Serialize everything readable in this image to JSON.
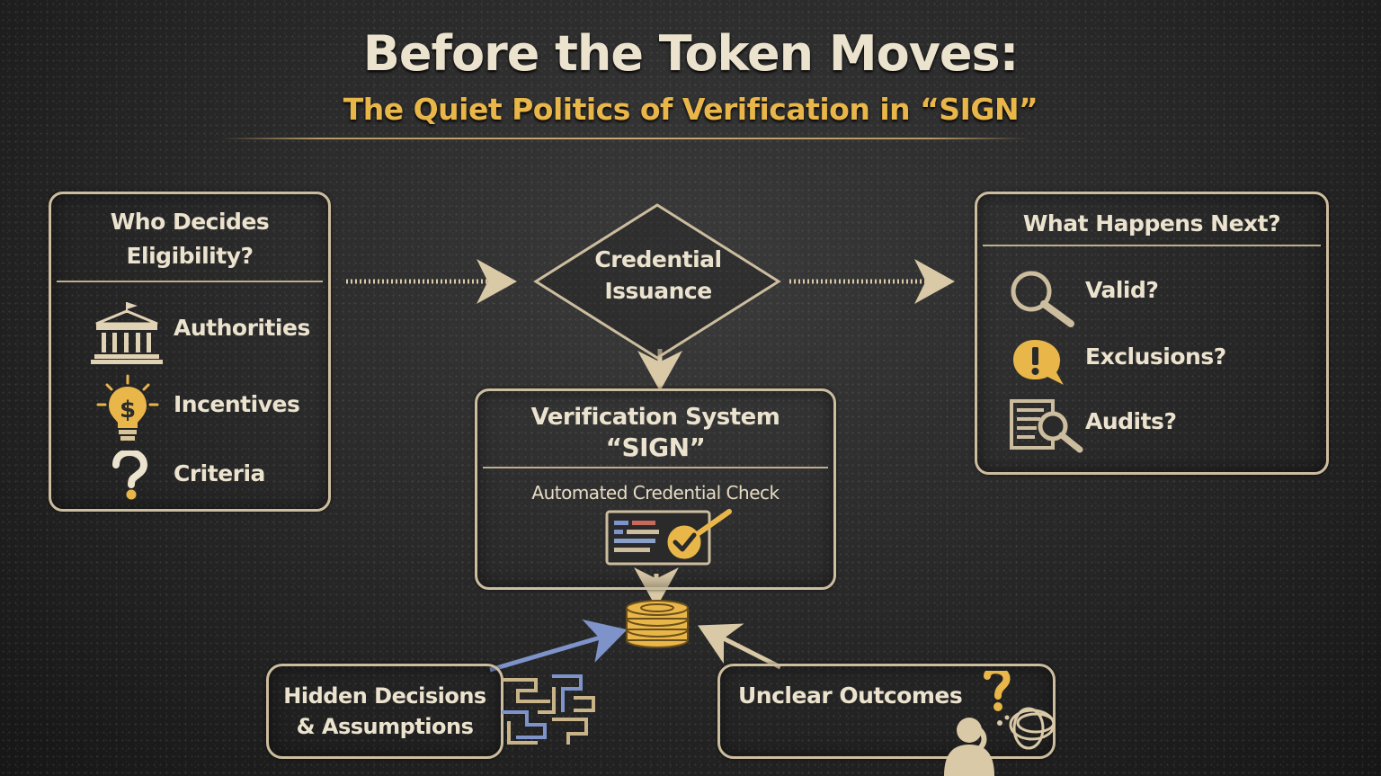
{
  "header": {
    "title": "Before the Token Moves:",
    "subtitle": "The Quiet Politics of Verification in “SIGN”"
  },
  "left_panel": {
    "title_line1": "Who Decides",
    "title_line2": "Eligibility?",
    "items": [
      {
        "label": "Authorities",
        "icon": "government-building-icon"
      },
      {
        "label": "Incentives",
        "icon": "dollar-lightbulb-icon"
      },
      {
        "label": "Criteria",
        "icon": "question-mark-icon"
      }
    ]
  },
  "center": {
    "diamond_line1": "Credential",
    "diamond_line2": "Issuance",
    "system_title_line1": "Verification System",
    "system_title_line2": "“SIGN”",
    "system_caption": "Automated Credential Check",
    "token_icon": "coin-stack-icon"
  },
  "right_panel": {
    "title": "What Happens Next?",
    "items": [
      {
        "label": "Valid?",
        "icon": "magnifier-icon"
      },
      {
        "label": "Exclusions?",
        "icon": "exclamation-bubble-icon"
      },
      {
        "label": "Audits?",
        "icon": "document-magnifier-icon"
      }
    ]
  },
  "bottom": {
    "hidden_line1": "Hidden Decisions",
    "hidden_line2": "& Assumptions",
    "unclear": "Unclear Outcomes"
  },
  "colors": {
    "background": "#2a2a2a",
    "chalk": "#ece3cf",
    "accent_gold": "#e9b64a",
    "accent_blue": "#7d93c9"
  }
}
